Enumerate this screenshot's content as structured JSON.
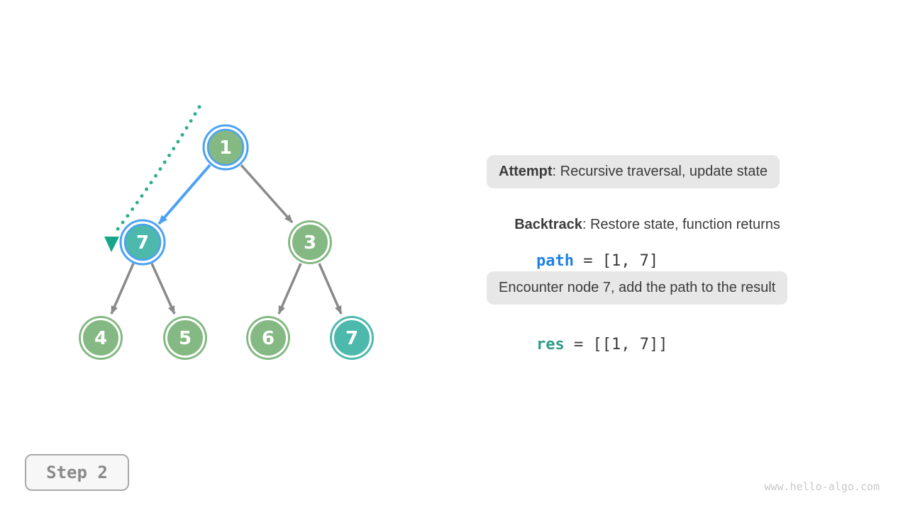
{
  "colors": {
    "node_green": "#84b983",
    "node_teal": "#4cb9ac",
    "ring_blue": "#4ba2f4",
    "edge_gray": "#8a8a8a",
    "dot_teal": "#2fae90",
    "arrow_tri_teal": "#17a689",
    "code_blue": "#1f82e0",
    "code_teal": "#2d9c88",
    "text_dark": "#3b3b3b",
    "box_bg": "#e7e7e7",
    "step_border": "#a9a9a9",
    "step_bg": "#f7f7f7",
    "step_text": "#8a8a8a",
    "watermark_gray": "#c9c9c9"
  },
  "tree": {
    "nodes": [
      {
        "id": "1",
        "label": "1",
        "fill": "green",
        "highlight": "blue-ring"
      },
      {
        "id": "7-left",
        "label": "7",
        "fill": "teal",
        "highlight": "blue-ring"
      },
      {
        "id": "3",
        "label": "3",
        "fill": "green",
        "highlight": "none"
      },
      {
        "id": "4",
        "label": "4",
        "fill": "green",
        "highlight": "none"
      },
      {
        "id": "5",
        "label": "5",
        "fill": "green",
        "highlight": "none"
      },
      {
        "id": "6",
        "label": "6",
        "fill": "green",
        "highlight": "none"
      },
      {
        "id": "7-right",
        "label": "7",
        "fill": "teal",
        "highlight": "none"
      }
    ],
    "edges": [
      {
        "from": "1",
        "to": "7-left",
        "style": "blue-highlight"
      },
      {
        "from": "1",
        "to": "3",
        "style": "gray"
      },
      {
        "from": "7-left",
        "to": "4",
        "style": "gray"
      },
      {
        "from": "7-left",
        "to": "5",
        "style": "gray"
      },
      {
        "from": "3",
        "to": "6",
        "style": "gray"
      },
      {
        "from": "3",
        "to": "7-right",
        "style": "gray"
      }
    ],
    "backtrack_cue": "dotted curve with down arrow alongside edge 1 to 7-left"
  },
  "panel": {
    "attempt": {
      "keyword": "Attempt",
      "rest": ": Recursive traversal, update state"
    },
    "backtrack": {
      "keyword": "Backtrack",
      "rest": ": Restore state, function returns"
    },
    "path_line": {
      "var": "path",
      "rest": " = [1, 7]"
    },
    "encounter": {
      "text": "Encounter node 7, add the path to the result"
    },
    "res_line": {
      "var": "res",
      "rest": " = [[1, 7]]"
    }
  },
  "step_badge": {
    "label": "Step 2"
  },
  "watermark": {
    "text": "www.hello-algo.com"
  }
}
